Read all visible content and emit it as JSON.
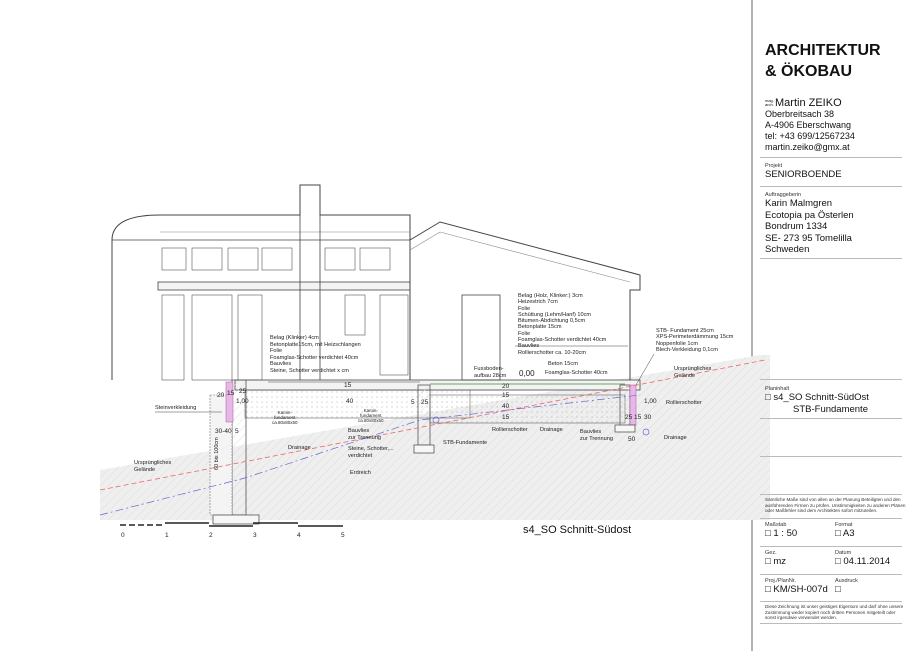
{
  "title_block": {
    "firm_line1": "ARCHITEKTUR",
    "firm_line2": "& ÖKOBAU",
    "architect_prefix": "mag. arch.",
    "architect_name": "Martin ZEIKO",
    "address": [
      "Oberbreitsach 38",
      "A-4906 Eberschwang",
      "tel: +43 699/12567234",
      "martin.zeiko@gmx.at"
    ],
    "projekt_label": "Projekt",
    "projekt": "SENIORBOENDE",
    "client_label": "Auftraggeberin",
    "client": [
      "Karin Malmgren",
      "Ecotopia pa Österlen",
      "Bondrum 1334",
      "SE- 273 95 Tomelilla",
      "Schweden"
    ],
    "planinhalt_label": "Planinhalt",
    "planinhalt_1": "□ s4_SO Schnitt-SüdOst",
    "planinhalt_2": "STB-Fundamente",
    "note1": "Sämtliche Maße sind von allen an der Planung Beteiligten und den ausführenden Firmen zu prüfen. Unstimmigkeiten zu anderen Plänen oder Maßfehler sind dem Architekten sofort mitzuteilen.",
    "massstab_label": "Maßstab",
    "massstab": "□ 1 : 50",
    "format_label": "Format",
    "format": "□ A3",
    "gez_label": "Gez.",
    "gez": "□ mz",
    "datum_label": "Datum",
    "datum": "□ 04.11.2014",
    "plannr_label": "Proj./PlanNr.",
    "plannr": "□ KM/SH-007d",
    "ausdruck_label": "Ausdruck",
    "ausdruck": "□",
    "note2": "Diese Zeichnung ist unser geistiges Eigentum und darf ohne unsere Zustimmung weder kopiert noch dritten Personen mitgeteilt oder sonst irgendwie verwendet werden."
  },
  "drawing": {
    "title": "s4_SO Schnitt-Südost",
    "scale_ticks": [
      "0",
      "1",
      "2",
      "3",
      "4",
      "5"
    ],
    "left_layers": [
      "Belag (Klinker) 4cm",
      "Betonplatte15cm, mit Heizschlangen",
      "Folie",
      "Foamglas-Schotter verdichtet 40cm",
      "Bauvlies",
      "Steine, Schotter verdichtet x cm"
    ],
    "center_layers": [
      "Belag (Holz, Klinker:) 3cm",
      "Heizestrich 7cm",
      "Folie",
      "Schüttung (Lehm/Hanf) 10cm",
      "Bitumen-Abdichtung 0,5cm",
      "Betonplatte 15cm",
      "Folie",
      "Foamglas-Schotter verdichtet 40cm",
      "Bauvlies",
      "Rollierschotter ca. 10-20cm"
    ],
    "right_layers": [
      "STB- Fundament 25cm",
      "XPS-Perimeterdämmung 15cm",
      "Noppenfolie 1cm",
      "Blech-Verkleidung 0,1cm"
    ],
    "labels": {
      "steinverkleidung": "Steinverkleidung",
      "urspr_left": [
        "Ursprüngliches",
        "Gelände"
      ],
      "urspr_right": [
        "Ursprüngliches",
        "Gelände"
      ],
      "drainage_left": "Drainage",
      "drainage_mid": "Drainage",
      "drainage_right": "Drainage",
      "kamin1": [
        "Kamin-",
        "fundament",
        "ca.80x80x50"
      ],
      "kamin2": [
        "Kamin-",
        "fundament",
        "ca.80x80x50"
      ],
      "bauvlies1": [
        "Bauvlies",
        "zur Trennung"
      ],
      "bauvlies2": [
        "Bauvlies",
        "zur Trennung"
      ],
      "steine": [
        "Steine, Schotter,...",
        "verdichtet"
      ],
      "erdreich": "Erdreich",
      "stb_fund": "STB-Fundamente",
      "rollier_mid": "Rollierschotter",
      "rollier_right": "Rollierschotter",
      "fussboden": [
        "Fussboden-",
        "aufbau 28cm"
      ],
      "beton": "Beton 15cm",
      "foamglas": "Foamglas-Schotter 40cm",
      "level": "0,00",
      "bis100": "60 bis 100cm"
    },
    "dims": [
      "20",
      "15",
      "1,00",
      "25",
      "30-40",
      "5",
      "15",
      "40",
      "5",
      "25",
      "20",
      "15",
      "40",
      "15",
      "25",
      "15",
      "30",
      "1,00",
      "50"
    ]
  }
}
